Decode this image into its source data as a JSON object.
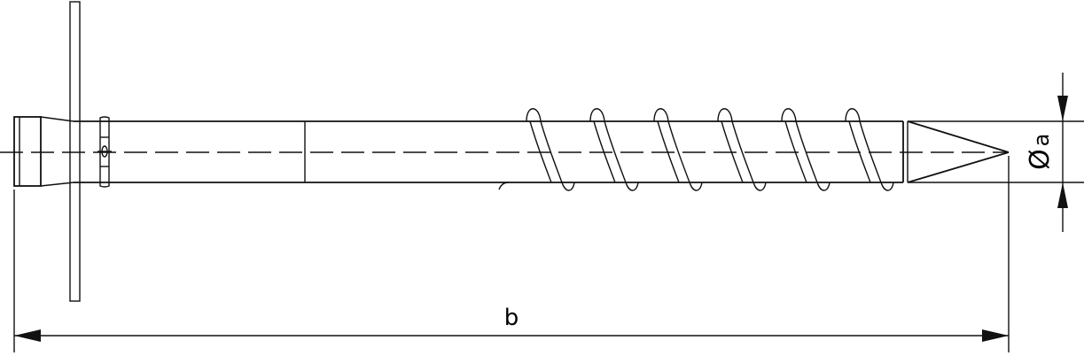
{
  "diagram": {
    "labels": {
      "length": "b",
      "diameter": "a",
      "diameter_symbol": "Ø"
    },
    "colors": {
      "line": "#111111",
      "background": "#ffffff"
    }
  }
}
